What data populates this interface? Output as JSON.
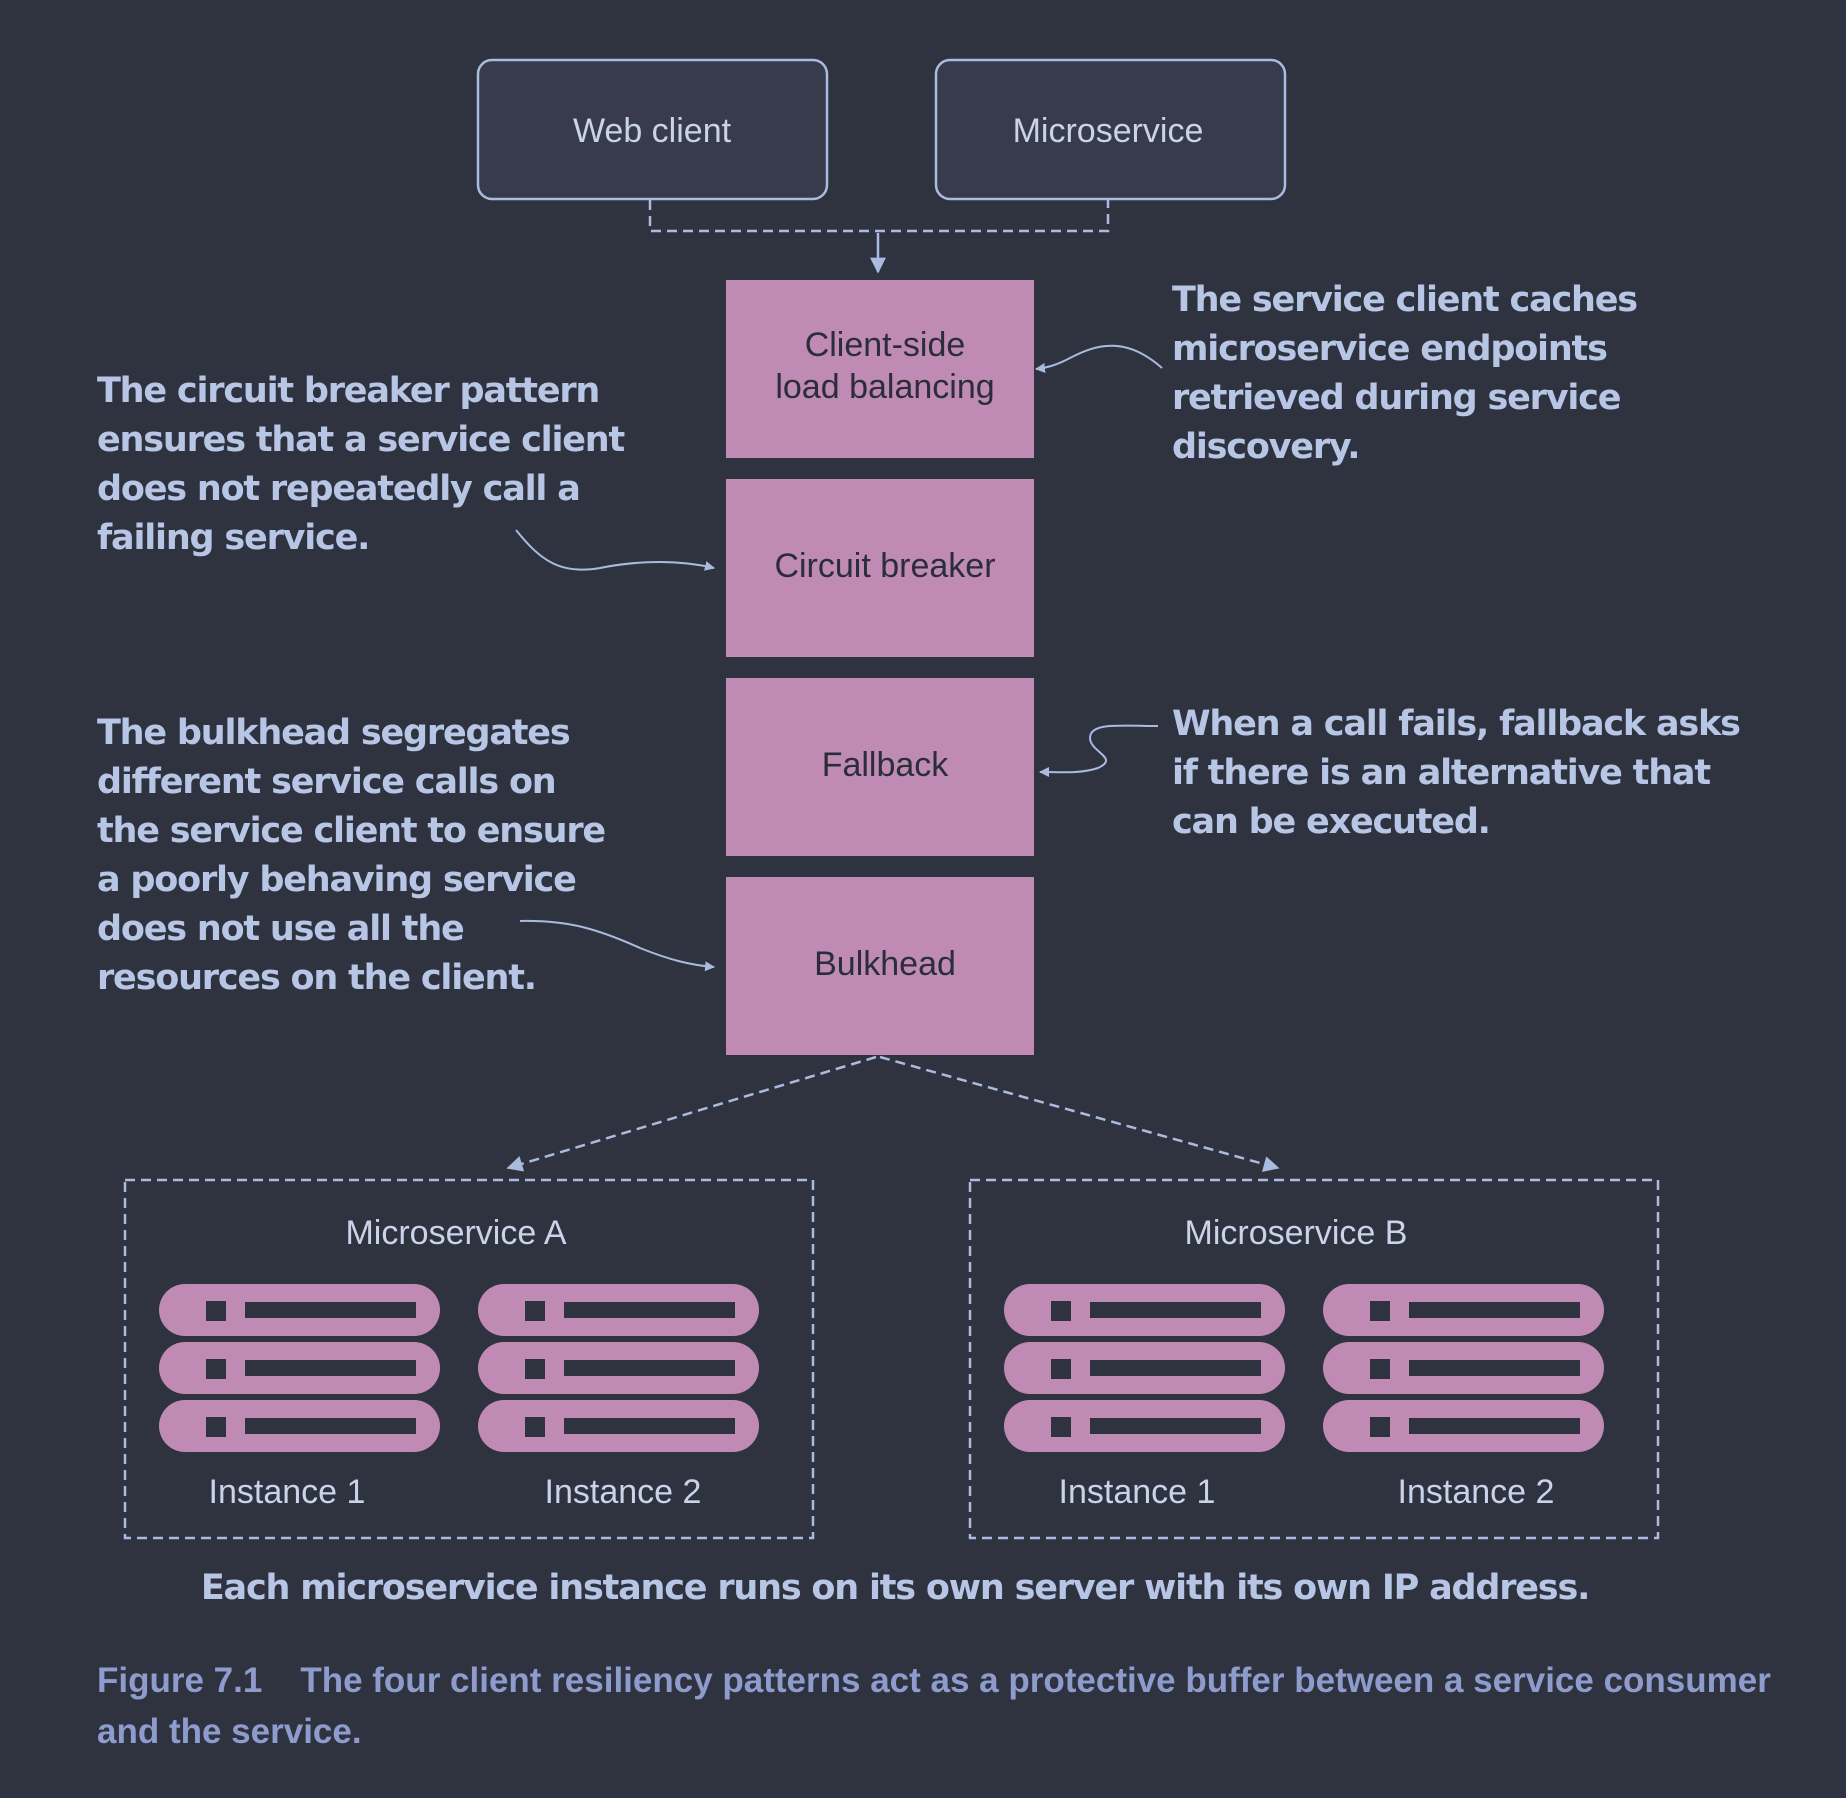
{
  "consumers": [
    {
      "label": "Web client"
    },
    {
      "label": "Microservice"
    }
  ],
  "patterns": [
    {
      "label_lines": [
        "Client-side",
        "load balancing"
      ]
    },
    {
      "label_lines": [
        "Circuit breaker"
      ]
    },
    {
      "label_lines": [
        "Fallback"
      ]
    },
    {
      "label_lines": [
        "Bulkhead"
      ]
    }
  ],
  "notes": {
    "load_balancing": [
      "The service client caches",
      "microservice endpoints",
      "retrieved during service",
      "discovery."
    ],
    "circuit_breaker": [
      "The circuit breaker pattern",
      "ensures that a service client",
      "does not repeatedly call a",
      "failing service."
    ],
    "fallback": [
      "When a call fails, fallback asks",
      "if there is an alternative that",
      "can be executed."
    ],
    "bulkhead": [
      "The bulkhead segregates",
      "different service calls on",
      "the service client to ensure",
      "a poorly behaving service",
      "does not use all the",
      "resources on the client."
    ]
  },
  "services": [
    {
      "name": "Microservice A",
      "instances": [
        "Instance 1",
        "Instance 2"
      ]
    },
    {
      "name": "Microservice B",
      "instances": [
        "Instance 1",
        "Instance 2"
      ]
    }
  ],
  "footnote": "Each microservice instance runs on its own server with its own IP address.",
  "caption": {
    "number": "Figure 7.1",
    "text": "The four client resiliency patterns act as a protective buffer between a service consumer and the service."
  },
  "colors": {
    "background": "#2f3340",
    "box_fill": "#373b4b",
    "line": "#a9bbde",
    "pattern_fill": "#bf8bb4",
    "server_fill": "#bf8bb4",
    "note_text": "#b8c6e6",
    "caption_text": "#8e9ccd"
  }
}
